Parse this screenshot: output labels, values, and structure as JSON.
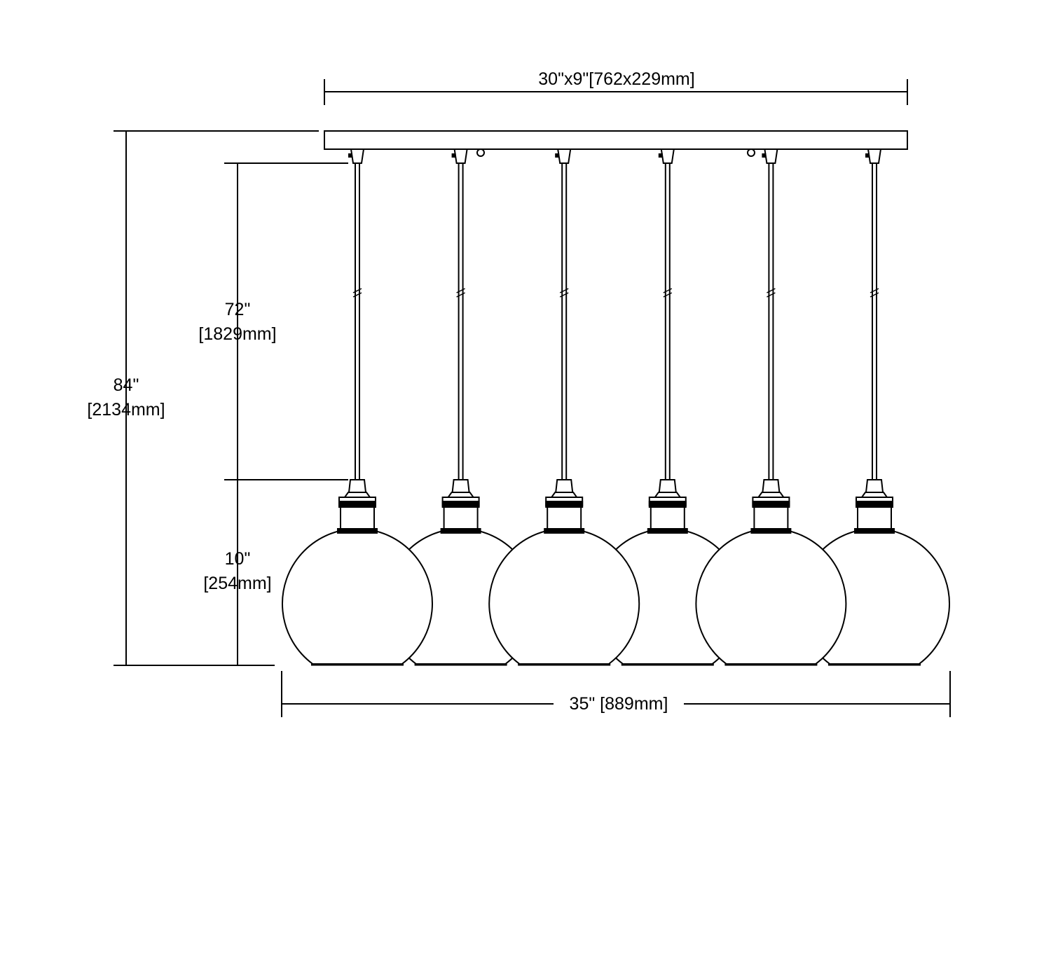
{
  "dimensions": {
    "canopy": "30\"x9\"[762x229mm]",
    "overall_height_in": "84\"",
    "overall_height_mm": "[2134mm]",
    "cord_length_in": "72\"",
    "cord_length_mm": "[1829mm]",
    "shade_height_in": "10\"",
    "shade_height_mm": "[254mm]",
    "overall_width": "35\" [889mm]"
  },
  "pendant_count": 6,
  "line_color": "#000000"
}
